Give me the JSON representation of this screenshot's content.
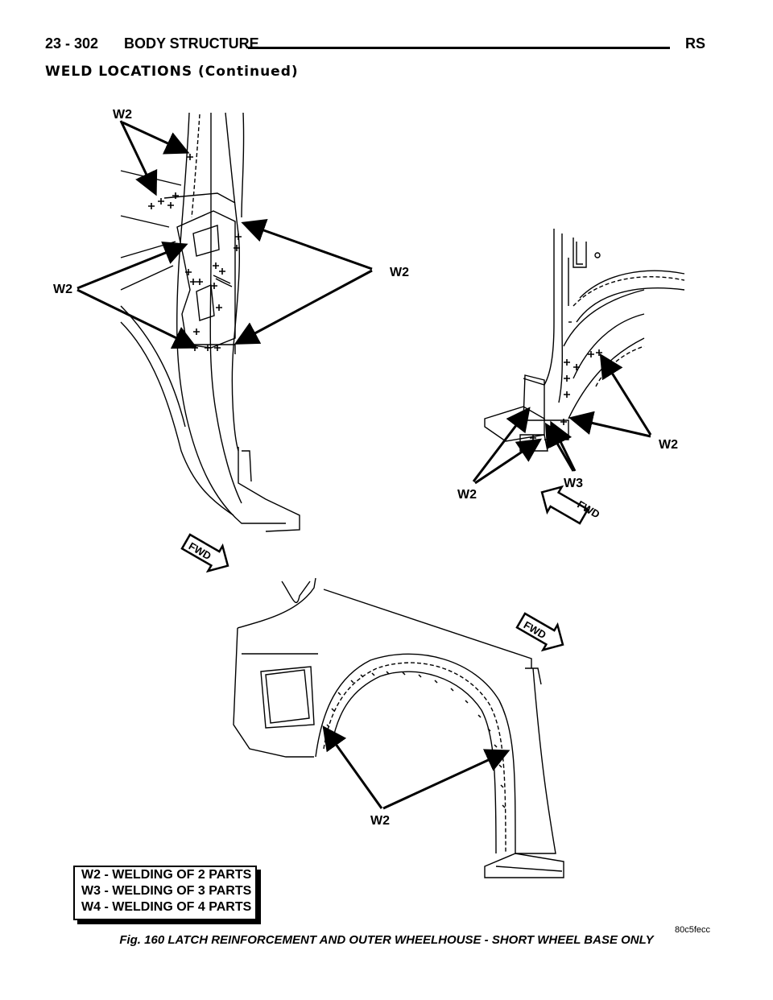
{
  "header": {
    "page_number": "23 - 302",
    "section_title": "BODY STRUCTURE",
    "model_code": "RS"
  },
  "section_heading": "WELD LOCATIONS (Continued)",
  "figure": {
    "callouts": {
      "w2_top": "W2",
      "w2_left": "W2",
      "w2_right": "W2",
      "w2_wheel_lower": "W2",
      "w3_wheel": "W3",
      "w2_wheel_right": "W2",
      "w2_bottom": "W2"
    },
    "fwd_markers": [
      "FWD",
      "FWD",
      "FWD"
    ],
    "illustration_code": "80c5fecc",
    "caption": "Fig. 160 LATCH REINFORCEMENT AND OUTER WHEELHOUSE - SHORT WHEEL BASE ONLY"
  },
  "legend": {
    "items": [
      "W2 - WELDING OF 2 PARTS",
      "W3 - WELDING OF 3 PARTS",
      "W4 - WELDING OF 4 PARTS"
    ]
  }
}
